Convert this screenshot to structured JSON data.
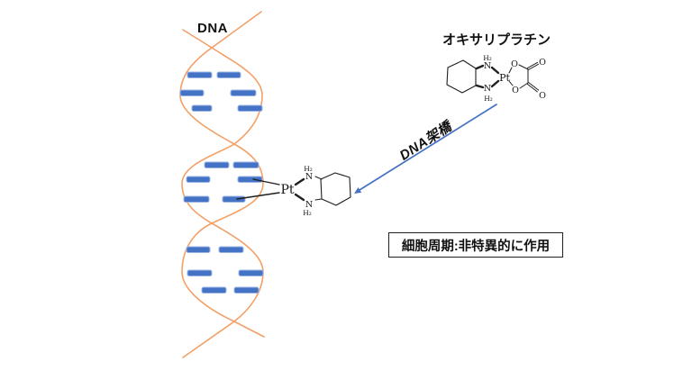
{
  "labels": {
    "dna": "DNA",
    "oxaliplatin_title": "オキサリプラチン",
    "arrow_label": "DNA架橋",
    "note_box": "細胞周期:非特異的に作用"
  },
  "molecules": {
    "oxaliplatin": {
      "pt": "Pt",
      "n_upper": "N",
      "h2_upper": "H₂",
      "n_lower": "N",
      "h2_lower": "H₂",
      "o_ring_upper": "O",
      "o_ring_lower": "O",
      "o_carbonyl_upper": "O",
      "o_carbonyl_lower": "O"
    },
    "dna_adduct": {
      "pt": "Pt",
      "n_upper": "N",
      "h2_upper": "H₂",
      "n_lower": "N",
      "h2_lower": "H₂"
    }
  },
  "colors": {
    "strand-orange": "#F2A067",
    "base-pair-blue": "#4472C4",
    "base-pair-outline": "#9AB4E4",
    "arrow-blue": "#4472C4",
    "bond-black": "#1F1F1F"
  }
}
